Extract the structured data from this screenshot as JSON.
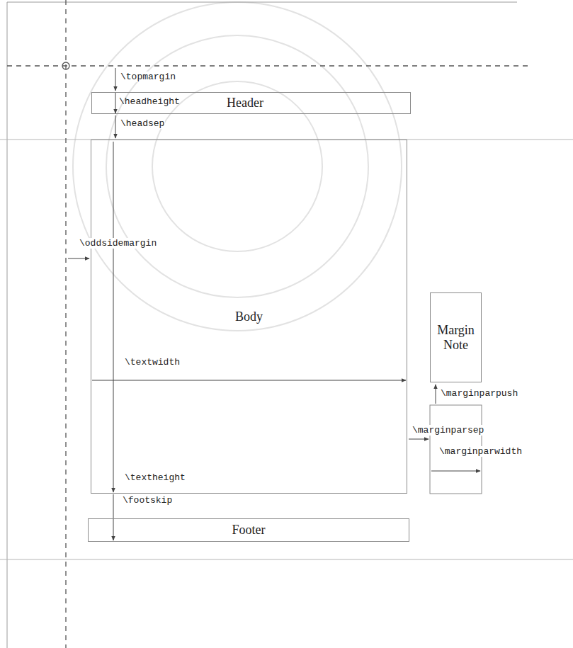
{
  "diagram": {
    "nodes": [
      {
        "text": [
          "\\headheight",
          "Header"
        ]
      },
      {
        "text": [
          "Body",
          "\\textwidth",
          "\\textheight"
        ]
      },
      {
        "text": [
          "Margin Note"
        ]
      },
      {
        "text": [
          "Footer"
        ]
      }
    ],
    "labels": [
      "\\topmargin",
      "\\headsep",
      "\\oddsidemargin",
      "\\footskip",
      "\\marginparpush",
      "\\marginparsep",
      "\\marginparwidth"
    ]
  }
}
